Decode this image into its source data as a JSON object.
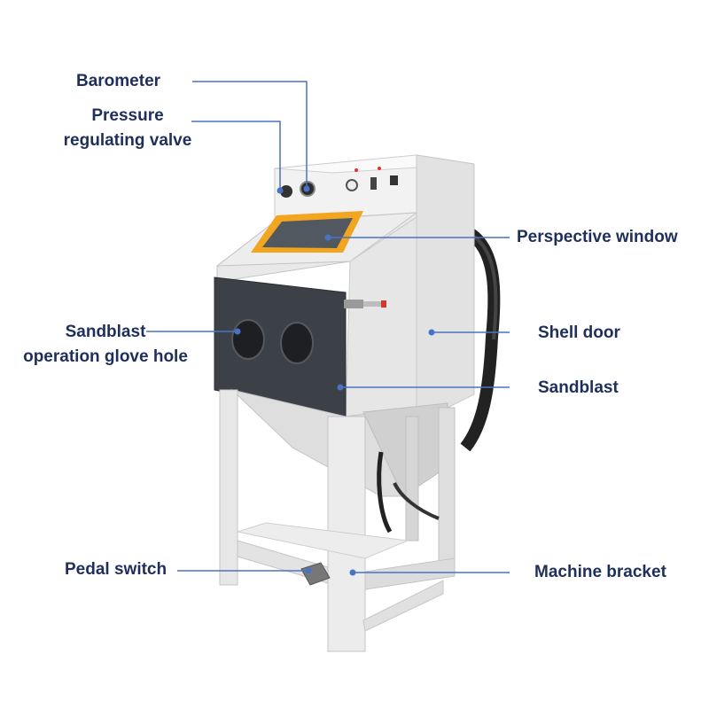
{
  "colors": {
    "label_text": "#1f2f5c",
    "leader_line": "#4a72c4",
    "cabinet_body": "#ececec",
    "cabinet_shade": "#d4d4d4",
    "door_panel": "#3b3f45",
    "window_frame": "#f2a51e",
    "window_glass": "#555b62",
    "hose": "#222222",
    "background": "#ffffff"
  },
  "labels": {
    "barometer": "Barometer",
    "pressure_valve_line1": "Pressure",
    "pressure_valve_line2": "regulating valve",
    "perspective_window": "Perspective window",
    "glove_hole_line1": "Sandblast",
    "glove_hole_line2": "operation glove hole",
    "shell_door": "Shell door",
    "sandblast": "Sandblast",
    "pedal_switch": "Pedal switch",
    "machine_bracket": "Machine bracket"
  }
}
